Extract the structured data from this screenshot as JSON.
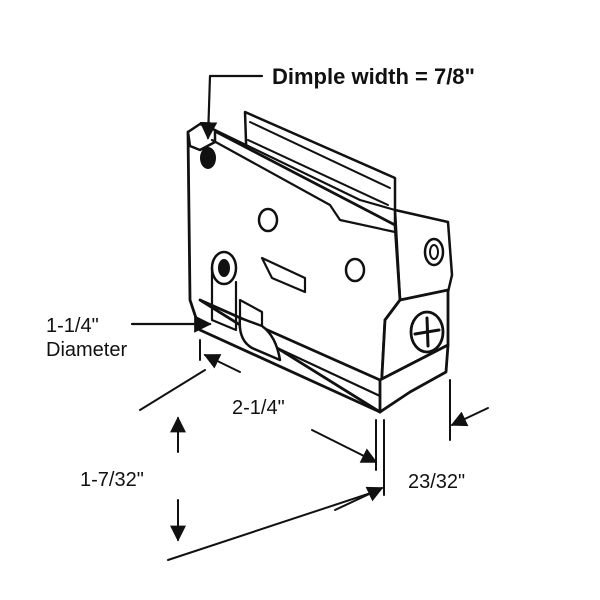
{
  "diagram": {
    "callout_dimple": "Dimple width = 7/8\"",
    "callout_diameter_value": "1-1/4\"",
    "callout_diameter_word": "Diameter",
    "dim_length": "2-1/4\"",
    "dim_height": "1-7/32\"",
    "dim_depth": "23/32\""
  }
}
